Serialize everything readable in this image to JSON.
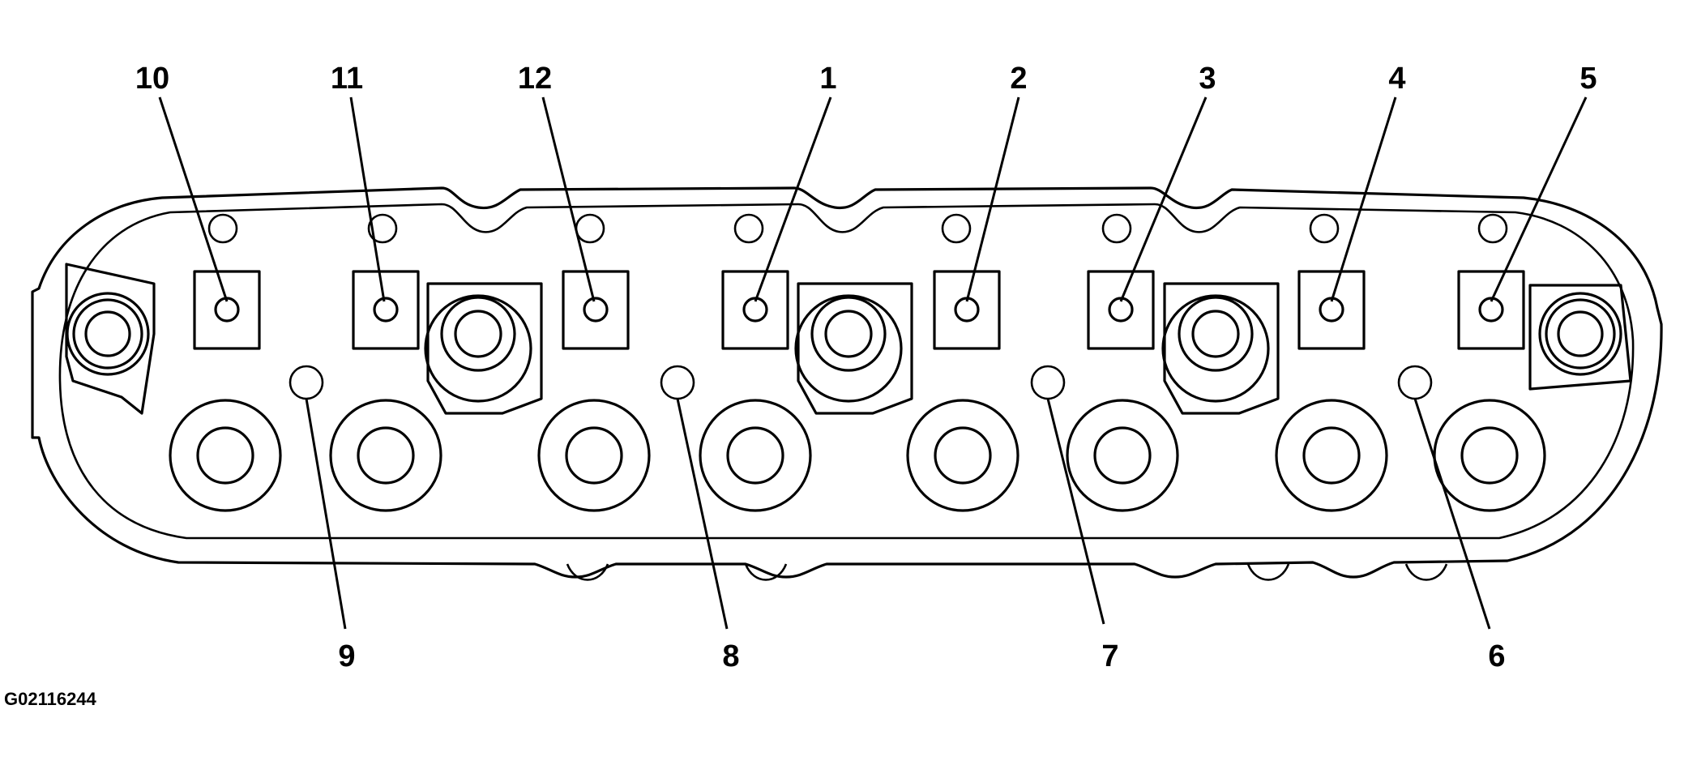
{
  "figure_id": "G02116244",
  "callouts": {
    "top": [
      "10",
      "11",
      "12",
      "1",
      "2",
      "3",
      "4",
      "5"
    ],
    "bottom": [
      "9",
      "8",
      "7",
      "6"
    ]
  },
  "colors": {
    "line": "#000000",
    "background": "#ffffff"
  }
}
